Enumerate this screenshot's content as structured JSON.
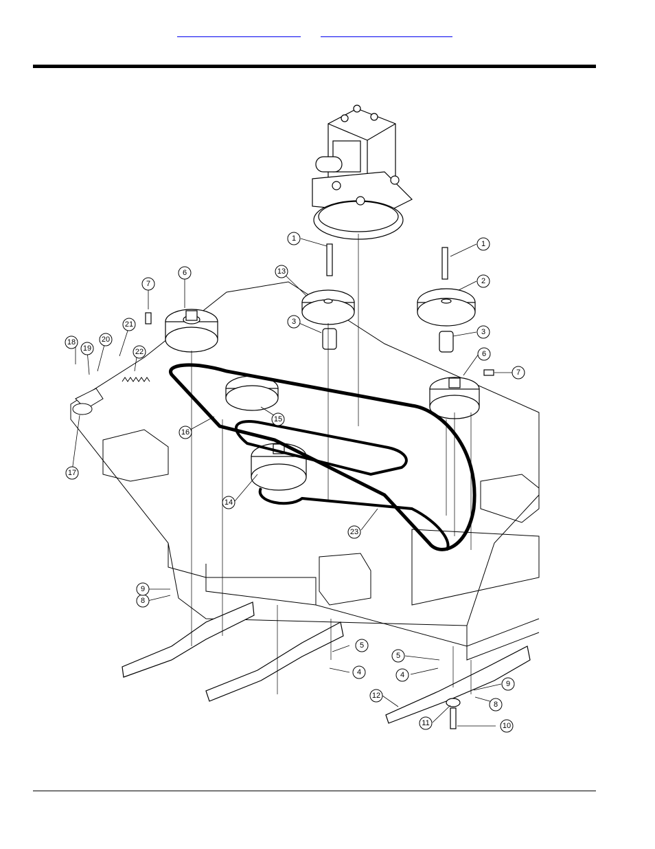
{
  "header": {
    "nav_links": [
      "",
      ""
    ],
    "accent_color": "#000000",
    "link_color": "#0000ee"
  },
  "diagram": {
    "callouts": [
      {
        "id": "c1a",
        "label": "1"
      },
      {
        "id": "c1b",
        "label": "1"
      },
      {
        "id": "c2",
        "label": "2"
      },
      {
        "id": "c3a",
        "label": "3"
      },
      {
        "id": "c3b",
        "label": "3"
      },
      {
        "id": "c4a",
        "label": "4"
      },
      {
        "id": "c4b",
        "label": "4"
      },
      {
        "id": "c5a",
        "label": "5"
      },
      {
        "id": "c5b",
        "label": "5"
      },
      {
        "id": "c6a",
        "label": "6"
      },
      {
        "id": "c6b",
        "label": "6"
      },
      {
        "id": "c7a",
        "label": "7"
      },
      {
        "id": "c7b",
        "label": "7"
      },
      {
        "id": "c8a",
        "label": "8"
      },
      {
        "id": "c8b",
        "label": "8"
      },
      {
        "id": "c9a",
        "label": "9"
      },
      {
        "id": "c9b",
        "label": "9"
      },
      {
        "id": "c10",
        "label": "10"
      },
      {
        "id": "c11",
        "label": "11"
      },
      {
        "id": "c12",
        "label": "12"
      },
      {
        "id": "c13",
        "label": "13"
      },
      {
        "id": "c14",
        "label": "14"
      },
      {
        "id": "c15",
        "label": "15"
      },
      {
        "id": "c16",
        "label": "16"
      },
      {
        "id": "c17",
        "label": "17"
      },
      {
        "id": "c18",
        "label": "18"
      },
      {
        "id": "c19",
        "label": "19"
      },
      {
        "id": "c20",
        "label": "20"
      },
      {
        "id": "c21",
        "label": "21"
      },
      {
        "id": "c22",
        "label": "22"
      },
      {
        "id": "c23",
        "label": "23"
      }
    ]
  }
}
